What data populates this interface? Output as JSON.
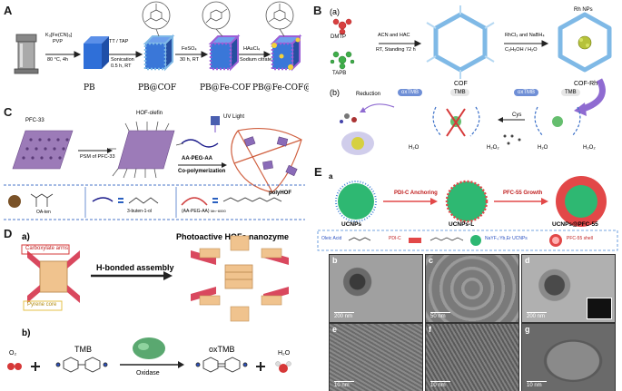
{
  "panelA": {
    "label": "A",
    "step1": {
      "line1": "K₃[Fe(CN)₆]",
      "line2": "PVP",
      "line3": "80 °C, 4h"
    },
    "step2": {
      "line1": "TT / TAP",
      "line2": "Sonication",
      "line3": "0.5 h, RT"
    },
    "step3": {
      "line1": "FeSO₄",
      "line2": "30 h, RT"
    },
    "step4": {
      "line1": "HAuCl₄",
      "line2": "Sodium citrate"
    },
    "products": [
      "PB",
      "PB@COF",
      "PB@Fe-COF",
      "PB@Fe-COF@Au"
    ]
  },
  "panelB": {
    "label": "B",
    "sub_a": "(a)",
    "sub_b": "(b)",
    "monomer1": "DMTP",
    "monomer2": "TAPB",
    "cond1_line1": "ACN and HAC",
    "cond1_line2": "RT, Standing 72 h",
    "cond2_line1": "RhCl₃ and NaBH₄",
    "cond2_line2": "C₂H₅OH / H₂O",
    "cof": "COF",
    "cofrh": "COF-Rh",
    "rhnps": "Rh NPs",
    "reduction": "Reduction",
    "oxtmb": "oxTMB",
    "tmb": "TMB",
    "cys": "Cys",
    "h2o": "H₂O",
    "h2o2": "H₂O₂"
  },
  "panelC": {
    "label": "C",
    "pfc33": "PFC-33",
    "hof_olefin": "HOF-olefin",
    "psm": "PSM of PFC-33",
    "uv": "UV Light",
    "aapegaa": "AA-PEG-AA",
    "copoly": "Co-polymerization",
    "polyhof": "polyHOF",
    "oaten": "OA-ten",
    "butenthiol": "3-buten-1-ol",
    "polymer": "(AA-PEG-AA)",
    "polymer_sub": "Mn~6000"
  },
  "panelD": {
    "label": "D",
    "sub_a": "a)",
    "sub_b": "b)",
    "title": "Photoactive HOFs nanozyme",
    "carboxylate": "Carboxylate arms",
    "pyrene": "Pyrene core",
    "assembly": "H-bonded assembly",
    "o2": "O₂",
    "tmb": "TMB",
    "oxtmb": "oxTMB",
    "oxidase": "Oxidase",
    "h2o": "H₂O"
  },
  "panelE": {
    "label": "E",
    "sub_a": "a",
    "step1": "PDI-C Anchoring",
    "step2": "PFC-55 Growth",
    "p1": "UCNPs",
    "p2": "UCNPs-L",
    "p3": "UCNPs@PFC-55",
    "legend": [
      "Oleic Acid",
      "PDI-C",
      "NaYF₄:Yb,Er UCNPs",
      "PFC-55 shell"
    ],
    "tem": [
      {
        "label": "b",
        "scale": "200 nm"
      },
      {
        "label": "c",
        "scale": "50 nm"
      },
      {
        "label": "d",
        "scale": "200 nm"
      },
      {
        "label": "e",
        "scale": "10 nm"
      },
      {
        "label": "f",
        "scale": "10 nm"
      },
      {
        "label": "g",
        "scale": "10 nm"
      }
    ]
  },
  "colors": {
    "cube_blue": "#2f6fd8",
    "cof_frame": "#7fb9e6",
    "sphere_green": "#2eb872",
    "shell_red": "#e24848",
    "hof_pink": "#d4506a",
    "hof_tan": "#e2b07f",
    "arrow_purple": "#8f6bd1"
  }
}
